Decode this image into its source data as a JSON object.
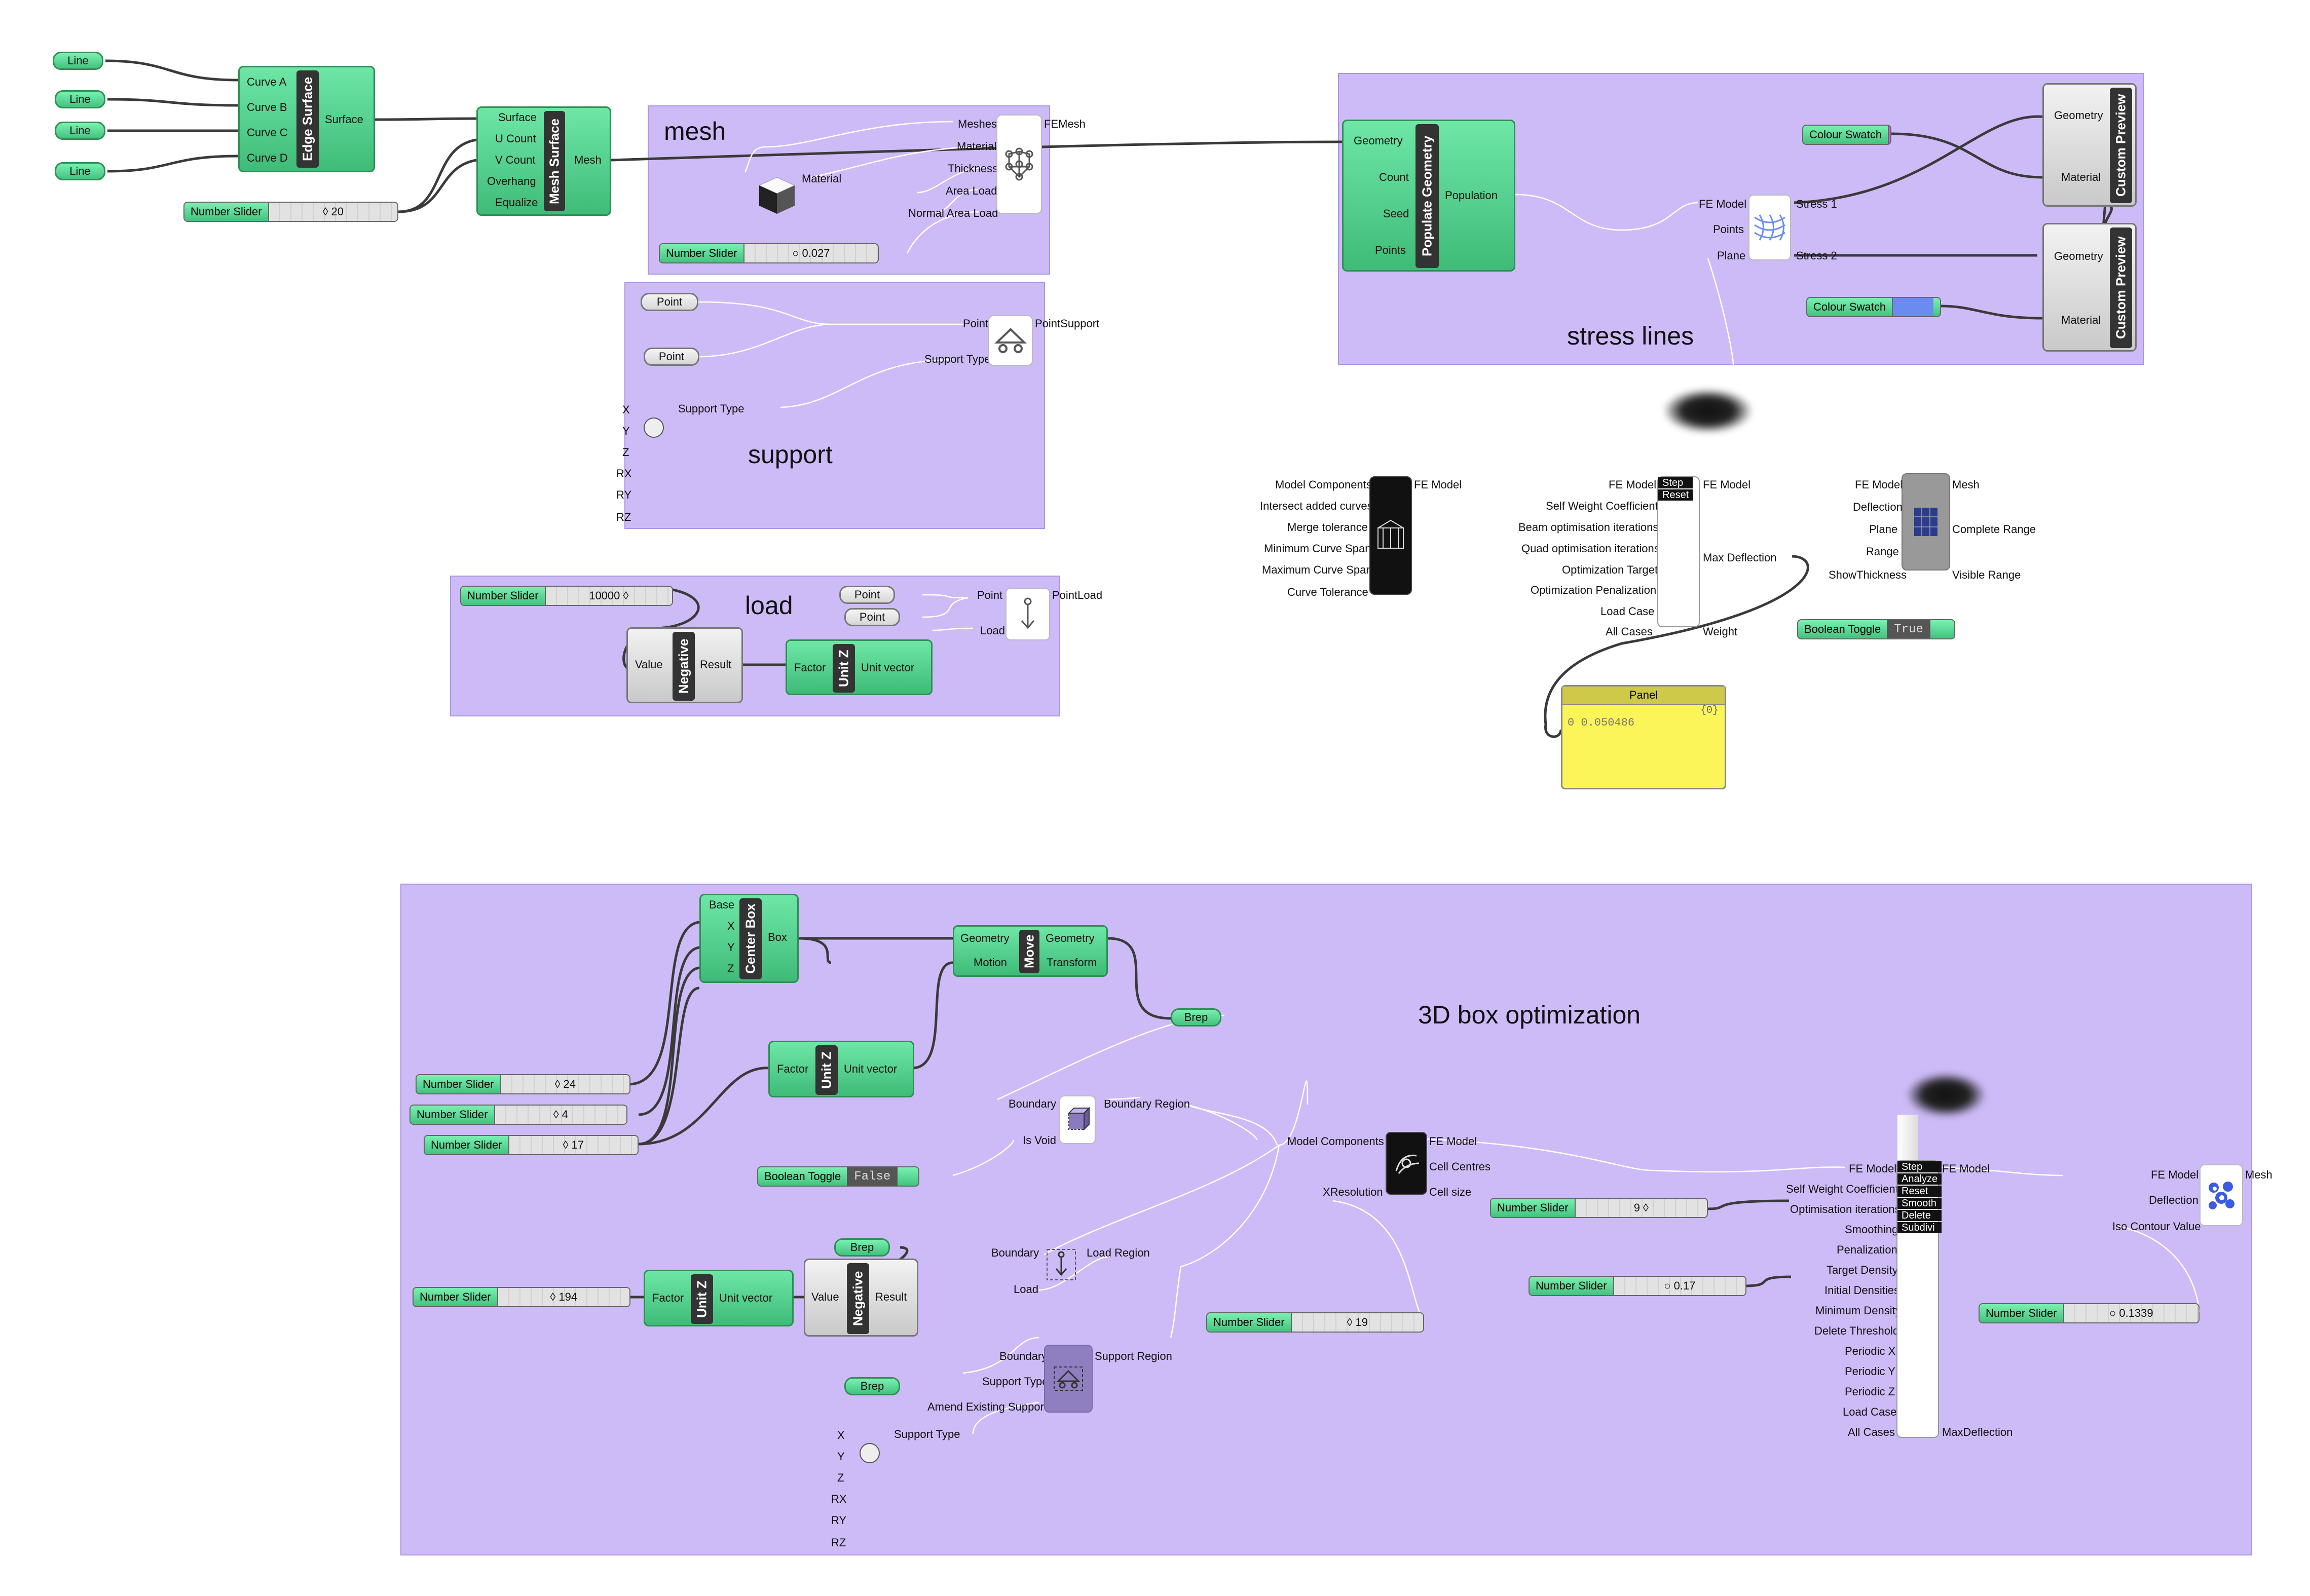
{
  "colors": {
    "group_fill": "#cdbbf7",
    "component_green": "#4fd08b",
    "panel_yellow": "#fbf55a",
    "swatch_magenta": "#e64ae6",
    "swatch_blue": "#6a8cf0"
  },
  "groups": {
    "mesh": "mesh",
    "support": "support",
    "load": "load",
    "stress": "stress lines",
    "box": "3D box optimization"
  },
  "lines": [
    "Line",
    "Line",
    "Line",
    "Line"
  ],
  "edge_surface": {
    "nick": "Edge Surface",
    "in": [
      "Curve A",
      "Curve B",
      "Curve C",
      "Curve D"
    ],
    "out": "Surface"
  },
  "slider_20": {
    "name": "Number Slider",
    "value": "◊ 20"
  },
  "mesh_surface": {
    "nick": "Mesh Surface",
    "in": [
      "Surface",
      "U Count",
      "V Count",
      "Overhang",
      "Equalize"
    ],
    "out": "Mesh"
  },
  "mesh_group": {
    "in": [
      "Meshes",
      "Material",
      "Thickness",
      "Area Load",
      "Normal Area Load"
    ],
    "out": "FEMesh",
    "material_label": "Material",
    "slider": {
      "name": "Number Slider",
      "value": "○ 0.027"
    }
  },
  "support_group": {
    "points": [
      "Point",
      "Point"
    ],
    "in": [
      "Point",
      "Support Type"
    ],
    "out": "PointSupport",
    "type_label": "Support Type",
    "dofs": [
      "X",
      "Y",
      "Z",
      "RX",
      "RY",
      "RZ"
    ]
  },
  "load_group": {
    "slider": {
      "name": "Number Slider",
      "value": "10000 ◊"
    },
    "points": [
      "Point",
      "Point"
    ],
    "in": [
      "Point",
      "Load"
    ],
    "out": "PointLoad",
    "negative": {
      "nick": "Negative",
      "in": "Value",
      "out": "Result"
    },
    "unitz": {
      "nick": "Unit Z",
      "in": "Factor",
      "out": "Unit vector"
    }
  },
  "populate": {
    "nick": "Populate Geometry",
    "in": [
      "Geometry",
      "Count",
      "Seed",
      "Points"
    ],
    "out": "Population"
  },
  "stress_comp": {
    "in": [
      "FE Model",
      "Points",
      "Plane"
    ],
    "out": [
      "Stress 1",
      "Stress 2"
    ]
  },
  "swatch1": {
    "name": "Colour Swatch"
  },
  "swatch2": {
    "name": "Colour Swatch"
  },
  "preview1": {
    "nick": "Custom Preview",
    "in": [
      "Geometry",
      "Material"
    ]
  },
  "preview2": {
    "nick": "Custom Preview",
    "in": [
      "Geometry",
      "Material"
    ]
  },
  "assemble": {
    "in": [
      "Model Components",
      "Intersect added curves",
      "Merge tolerance",
      "Minimum Curve Span",
      "Maximum Curve Span",
      "Curve Tolerance"
    ],
    "out": "FE Model"
  },
  "optim_top": {
    "in": [
      "FE Model",
      "Self Weight Coefficient",
      "Beam optimisation iterations",
      "Quad optimisation iterations",
      "Optimization Target",
      "Optimization Penalization",
      "Load Case",
      "All Cases"
    ],
    "out": [
      "FE Model",
      "Max Deflection",
      "Weight"
    ],
    "menu": [
      "Step",
      "Reset"
    ]
  },
  "viz_top": {
    "in": [
      "FE Model",
      "Deflection",
      "Plane",
      "Range",
      "ShowThickness"
    ],
    "out": [
      "Mesh",
      "Complete Range",
      "Visible Range"
    ]
  },
  "toggle_true": {
    "name": "Boolean Toggle",
    "value": "True"
  },
  "panel": {
    "title": "Panel",
    "index": "{0}",
    "row": "0",
    "value": "0.050486"
  },
  "box": {
    "centerbox": {
      "nick": "Center Box",
      "in": [
        "Base",
        "X",
        "Y",
        "Z"
      ],
      "out": "Box"
    },
    "move": {
      "nick": "Move",
      "in": [
        "Geometry",
        "Motion"
      ],
      "out": [
        "Geometry",
        "Transform"
      ]
    },
    "brep1": "Brep",
    "unitz1": {
      "nick": "Unit Z",
      "in": "Factor",
      "out": "Unit vector"
    },
    "slider24": {
      "name": "Number Slider",
      "value": "◊ 24"
    },
    "slider4": {
      "name": "Number Slider",
      "value": "◊ 4"
    },
    "slider17": {
      "name": "Number Slider",
      "value": "◊ 17"
    },
    "boundary_region": {
      "in": [
        "Boundary",
        "Is Void"
      ],
      "out": "Boundary Region"
    },
    "toggle_false": {
      "name": "Boolean Toggle",
      "value": "False"
    },
    "model_comp": {
      "in": [
        "Model Components",
        "XResolution"
      ],
      "out": [
        "FE Model",
        "Cell Centres",
        "Cell size"
      ]
    },
    "slider9": {
      "name": "Number Slider",
      "value": "9 ◊"
    },
    "slider194": {
      "name": "Number Slider",
      "value": "◊ 194"
    },
    "unitz2": {
      "nick": "Unit Z",
      "in": "Factor",
      "out": "Unit vector"
    },
    "brep2": "Brep",
    "negative": {
      "nick": "Negative",
      "in": "Value",
      "out": "Result"
    },
    "load_region": {
      "in": [
        "Boundary",
        "Load"
      ],
      "out": "Load Region"
    },
    "slider19": {
      "name": "Number Slider",
      "value": "◊ 19"
    },
    "brep3": "Brep",
    "support_region": {
      "in": [
        "Boundary",
        "Support Type",
        "Amend Existing Supports"
      ],
      "out": "Support Region"
    },
    "support_type_label": "Support Type",
    "dofs": [
      "X",
      "Y",
      "Z",
      "RX",
      "RY",
      "RZ"
    ],
    "optim": {
      "in": [
        "FE Model",
        "Self Weight Coefficient",
        "Optimisation iterations",
        "Smoothing",
        "Penalization",
        "Target Density",
        "Initial Densities",
        "Minimum Density",
        "Delete Threshold",
        "Periodic X",
        "Periodic Y",
        "Periodic Z",
        "Load Case",
        "All Cases"
      ],
      "out": [
        "FE Model",
        "MaxDeflection"
      ],
      "menu": [
        "Step",
        "Analyze",
        "Reset",
        "Smooth",
        "Delete",
        "Subdivi"
      ]
    },
    "slider017": {
      "name": "Number Slider",
      "value": "○ 0.17"
    },
    "viz": {
      "in": [
        "FE Model",
        "Deflection",
        "Iso Contour Value"
      ],
      "out": "Mesh"
    },
    "slider01339": {
      "name": "Number Slider",
      "value": "○ 0.1339"
    }
  }
}
